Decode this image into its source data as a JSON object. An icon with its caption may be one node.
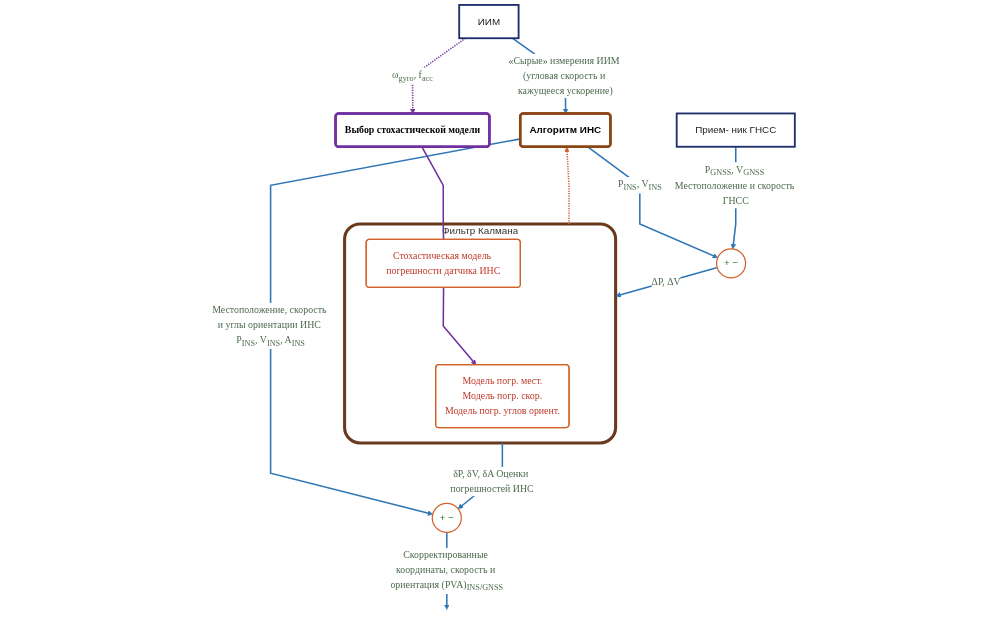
{
  "diagram": {
    "nodes": [
      {
        "text": [
          "ИИМ"
        ]
      },
      {
        "text": [
          "Алгоритм ИНС"
        ]
      },
      {
        "text": [
          "Прием- ник ГНСС"
        ]
      },
      {
        "text": [
          "Фильтр Калмана"
        ]
      },
      {
        "text": [
          "Модель погр. мест.",
          "Модель погр. скор.",
          "Модель погр. углов ориент."
        ],
        "in": 3
      },
      {
        "text": [
          "Стохастическая модель погрешности датчика ИНС"
        ],
        "in": 3
      },
      {
        "text": [
          "Выбор стохастической модели"
        ]
      },
      {
        "text": [
          "+",
          "−"
        ]
      },
      {
        "text": [
          "+",
          "−"
        ]
      }
    ],
    "edges": [
      {
        "from": 0,
        "to": 1,
        "arrow": "to",
        "label": "«Сырые» измерения ИИМ (угловая скорость и кажущееся ускорение)"
      },
      {
        "from": 1,
        "to": 8,
        "arrow": "to",
        "label": "Местоположение, скорость и углы ориентации ИНС P$_{INS}$, V$_{INS}$, A$_{INS}$"
      },
      {
        "from": 1,
        "to": 7,
        "arrow": "to",
        "label": "P$_{INS}$, V$_{INS}$"
      },
      {
        "from": 2,
        "to": 7,
        "arrow": "to",
        "label": "P$_{GNSS}$, V$_{GNSS}$ Местоположение и скорость ГНСС"
      },
      {
        "from": 7,
        "to": 3,
        "arrow": "to",
        "label": "ΔP, ΔV"
      },
      {
        "from": 3,
        "to": 8,
        "arrow": "to",
        "label": "δP, δV, δA Оценки погрешностей ИНС"
      },
      {
        "from": 3,
        "to": 1,
        "arrow": "to",
        "style": "dashed",
        "color": "#d0622a"
      },
      {
        "from": 0,
        "to": 6,
        "arrow": "to",
        "style": "dashed",
        "color": "#7030a0",
        "label": "ω$_{gyro}$, f$_{acc}$"
      },
      {
        "from": 6,
        "to": 5,
        "arrow": "none",
        "color": "#7030a0"
      },
      {
        "from": 5,
        "to": 4,
        "arrow": "to",
        "color": "#7030a0"
      },
      {
        "from": 8,
        "to": null,
        "arrow": "to",
        "label": "Скорректированные координаты, скорость и ориентация (PVA)$_{INS/GNSS}$"
      }
    ]
  }
}
